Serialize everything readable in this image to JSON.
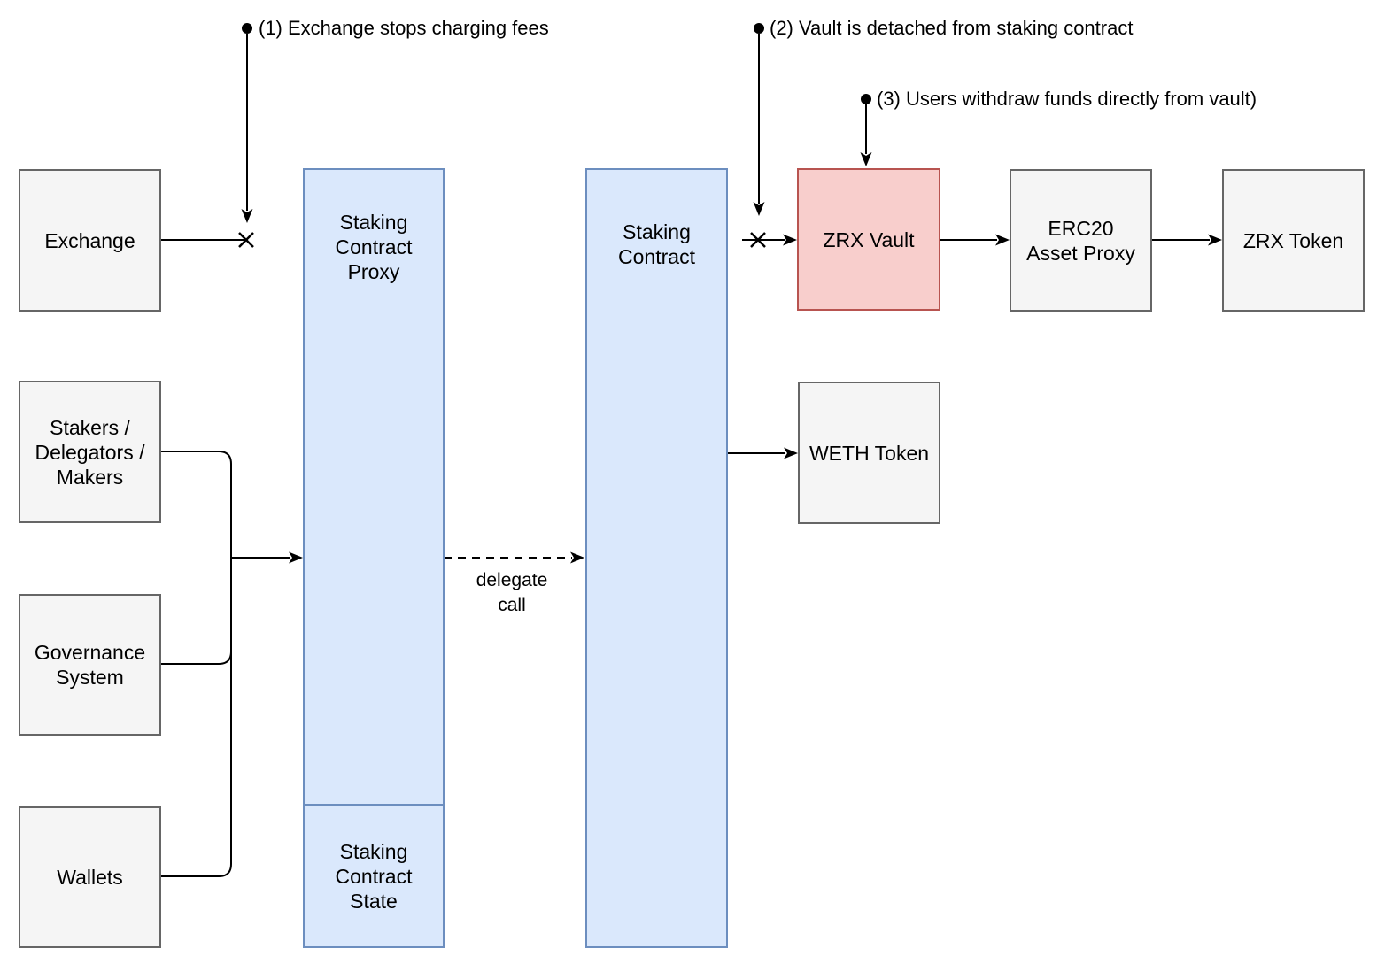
{
  "canvas": {
    "background": "#ffffff"
  },
  "palette": {
    "gray_fill": "#f5f5f5",
    "gray_border": "#666666",
    "blue_fill": "#dae8fc",
    "blue_border": "#6c8ebf",
    "red_fill": "#f8cecc",
    "red_border": "#b85450",
    "line_color": "#000000",
    "text_color": "#000000"
  },
  "annotations": [
    {
      "label": "(1) Exchange stops charging fees"
    },
    {
      "label": "(2) Vault is detached from staking contract"
    },
    {
      "label": "(3) Users withdraw funds directly from vault)"
    }
  ],
  "nodes": {
    "exchange": {
      "label": "Exchange"
    },
    "stakers": {
      "label": "Stakers /\nDelegators /\nMakers"
    },
    "governance": {
      "label": "Governance\nSystem"
    },
    "wallets": {
      "label": "Wallets"
    },
    "staking_contract_proxy": {
      "label": "Staking\nContract\nProxy"
    },
    "staking_contract_state": {
      "label": "Staking\nContract\nState"
    },
    "staking_contract": {
      "label": "Staking\nContract"
    },
    "zrx_vault": {
      "label": "ZRX Vault"
    },
    "weth_token": {
      "label": "WETH Token"
    },
    "erc20_asset_proxy": {
      "label": "ERC20\nAsset Proxy"
    },
    "zrx_token": {
      "label": "ZRX Token"
    }
  },
  "edges": {
    "delegate_call": {
      "label": "delegate\ncall"
    }
  }
}
